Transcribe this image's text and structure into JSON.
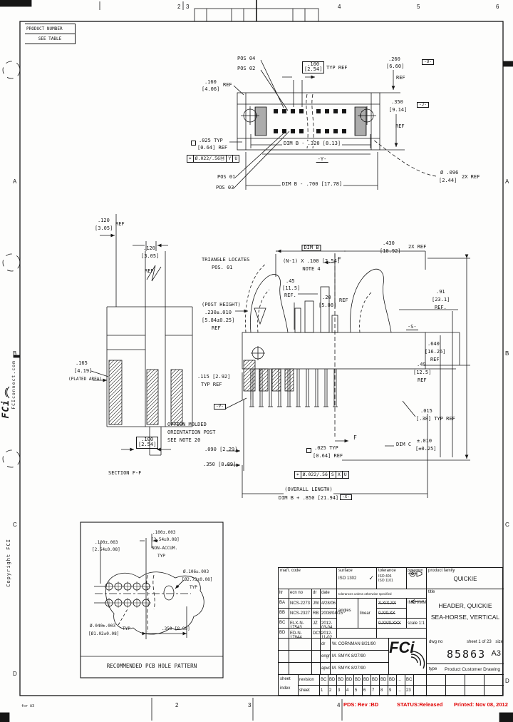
{
  "frame": {
    "product_number": "PRODUCT NUMBER",
    "see_table": "SEE TABLE",
    "zone_top_2": "2",
    "zone_top_3": "3",
    "zone_top_4": "4",
    "zone_top_5": "5",
    "zone_top_6": "6",
    "zone_bot_2": "2",
    "zone_bot_3": "3",
    "zone_bot_4": "4",
    "zone_left_a": "A",
    "zone_left_b": "B",
    "zone_left_c": "C",
    "zone_left_d": "D",
    "zone_right_a": "A",
    "zone_right_b": "B",
    "zone_right_c": "C",
    "zone_right_d": "D",
    "fci_connect": "FCIconnect.com",
    "fci_margin_logo": "FCi",
    "copyright": "Copyright FCI",
    "form_note": "for A3"
  },
  "footer": {
    "pds": "PDS: Rev :BD",
    "status": "STATUS:Released",
    "printed": "Printed: Nov 08, 2012"
  },
  "top_view": {
    "pos04": "POS 04",
    "pos02": "POS 02",
    "pos01": "POS 01",
    "pos03": "POS 03",
    "d160": ".160",
    "d160_mm": "[4.06]",
    "d160_ref": "REF",
    "pitch": ".100",
    "pitch_mm": "[2.54]",
    "pitch_typref": "TYP REF",
    "d260": ".260",
    "d260_mm": "[6.60]",
    "d260_datum": "-U-",
    "d260_ref": "REF",
    "d350": ".350",
    "d350_mm": "[9.14]",
    "d350_ref": "REF",
    "d350_datum": "-J-",
    "d025": ".025 TYP",
    "d025_mm": "[0.64] REF",
    "fcf1_sym": "⌖",
    "fcf1_tol": "Ø.022/.56Ⓜ",
    "fcf1_d1": "Y",
    "fcf1_d2": "U",
    "dimb320": "DIM B - .320 [8.13]",
    "datum_y": "-Y-",
    "dimb700": "DIM B - .700 [17.78]",
    "d096": "Ø .096",
    "d096_mm": "[2.44]",
    "d096_sfx": "2X REF"
  },
  "section_view": {
    "d120a": ".120",
    "d120a_mm": "[3.05]",
    "d120a_ref": "REF",
    "d120b": ".120",
    "d120b_mm": "[3.05]",
    "d120b_ref": "REF",
    "d165": ".165",
    "d165_mm": "[4.19]",
    "plated": "(PLATED AREA)",
    "d100": ".100",
    "d100_mm": "[2.54]",
    "caption": "SECTION F-F"
  },
  "front_view": {
    "tri1": "TRIANGLE LOCATES",
    "tri2": "POS. 01",
    "dimb": "DIM B",
    "n1": "(N-1) X .100 [2.54]",
    "note4": "NOTE 4",
    "d430": ".430",
    "d430_mm": "[10.92]",
    "d430_sfx": "2X REF",
    "d45": ".45",
    "d45_mm": "[11.5]",
    "d45_ref": "REF.",
    "d20": ".20",
    "d20_mm": "[5.08]",
    "d20_ref": "REF",
    "post1": "(POST HEIGHT)",
    "post2": ".230±.010",
    "post3": "[5.84±0.25]",
    "post4": "REF",
    "d91": ".91",
    "d91_mm": "[23.1]",
    "d91_ref": "REF.",
    "datum_s": "-S-",
    "d640": ".640",
    "d640_mm": "[16.26]",
    "d640_ref": "REF",
    "d49": ".49",
    "d49_mm": "[12.5]",
    "d49_ref": "REF",
    "d115": ".115 [2.92]",
    "d115_ref": "TYP REF",
    "datum_v": "-V-",
    "opt1": "OPTION MOLDED",
    "opt2": "ORIENTATION POST",
    "opt3": "SEE NOTE 20",
    "d090": ".090 [2.29]",
    "d350": ".350 [8.89]",
    "d015": ".015",
    "d015_mm": "[.38] TYP REF",
    "dimc": "DIM C",
    "dimc_tol": "±.010",
    "dimc_mm": "[±0.25]",
    "d025": ".025 TYP",
    "d025_mm": "[0.64] REF",
    "fcf2_sym": "⌖",
    "fcf2_tol": "Ø.022/.56",
    "fcf2_d1": "S",
    "fcf2_d2": "X",
    "fcf2_d3": "U",
    "oal1": "(OVERALL LENGTH)",
    "oal2": "DIM B + .850 [21.94]",
    "datum_x": "-X-",
    "f_top": "F",
    "f_bottom": "F"
  },
  "pcb": {
    "p100l1": ".100±.003",
    "p100l2": "[2.54±0.08]",
    "p100t1": ".100±.003",
    "p100t2": "[2.54±0.08]",
    "p100t3": "NON-ACCUM.",
    "p100t4": "TYP",
    "h106_1": "Ø.106±.003",
    "h106_2": "[Ø2.73±0.08]",
    "h106_3": "TYP",
    "h040_1": "Ø.040±.003",
    "h040_2": "[Ø1.02±0.08]",
    "h040_typ": "TYP",
    "d350": ".350 [8.89]",
    "caption": "RECOMMENDED PCB HOLE PATTERN"
  },
  "title_block": {
    "matl": "mat'l. code",
    "surface": "surface",
    "surface_iso": "ISO 1302",
    "check": "✓",
    "tolerance": "tolerance",
    "tol1": "ISO 406",
    "tol2": "ISO 1101",
    "projection": "projection",
    "family_label": "product family",
    "family": "QUICKIE",
    "ltr": "ltr",
    "ecn": "ecn no",
    "dr": "dr",
    "date": "date",
    "tolnote": "tolerances unless otherwise specified",
    "title_label": "title",
    "title1": "HEADER, QUICKIE",
    "title2": "SEA-HORSE, VERTICAL",
    "rev_rows": [
      {
        "ltr": "BA",
        "ecn": "NCS-2273",
        "dr": "JW",
        "date": "4/28/06"
      },
      {
        "ltr": "BB",
        "ecn": "NCS-2327",
        "dr": "RB",
        "date": "2008/04/15"
      },
      {
        "ltr": "BC",
        "ecn": "ELX-N-17543",
        "dr": "JZ",
        "date": "2012-03-04"
      },
      {
        "ltr": "BD",
        "ecn": "ED-N-17844",
        "dr": "DCS",
        "date": "2012-11-02"
      }
    ],
    "angles": "angles",
    "linear": "linear",
    "tv1": "X.X/X.XX",
    "tv2": "0.X/0.XX",
    "tv3": "0.XX/0.XXX",
    "inc_mm": "INCH/MM",
    "scale": "scale 1:1",
    "appr": [
      {
        "label": "dr",
        "value": "W. CORNMAN 8/21/90"
      },
      {
        "label": "engr",
        "value": "M. SMYK 8/27/90"
      },
      {
        "label": "apvd",
        "value": "M. SMYK 8/27/90"
      }
    ],
    "logo": "FCi",
    "dwg_no_label": "dwg no",
    "sheet_of": "sheet 1 of 23",
    "size_label": "size",
    "dwg_no": "85863",
    "size": "A3",
    "type_label": "type",
    "type_value": "Product Customer Drawing",
    "strip": {
      "sheet": "sheet",
      "index": "index",
      "revision": "revision",
      "sheet2": "sheet",
      "revs": [
        "BC",
        "BD",
        "BD",
        "BD",
        "BD",
        "BD",
        "BD",
        "BD",
        "BD",
        "...",
        "BC"
      ],
      "nums": [
        "1",
        "2",
        "3",
        "4",
        "5",
        "6",
        "7",
        "8",
        "9",
        "...",
        "23"
      ]
    }
  }
}
